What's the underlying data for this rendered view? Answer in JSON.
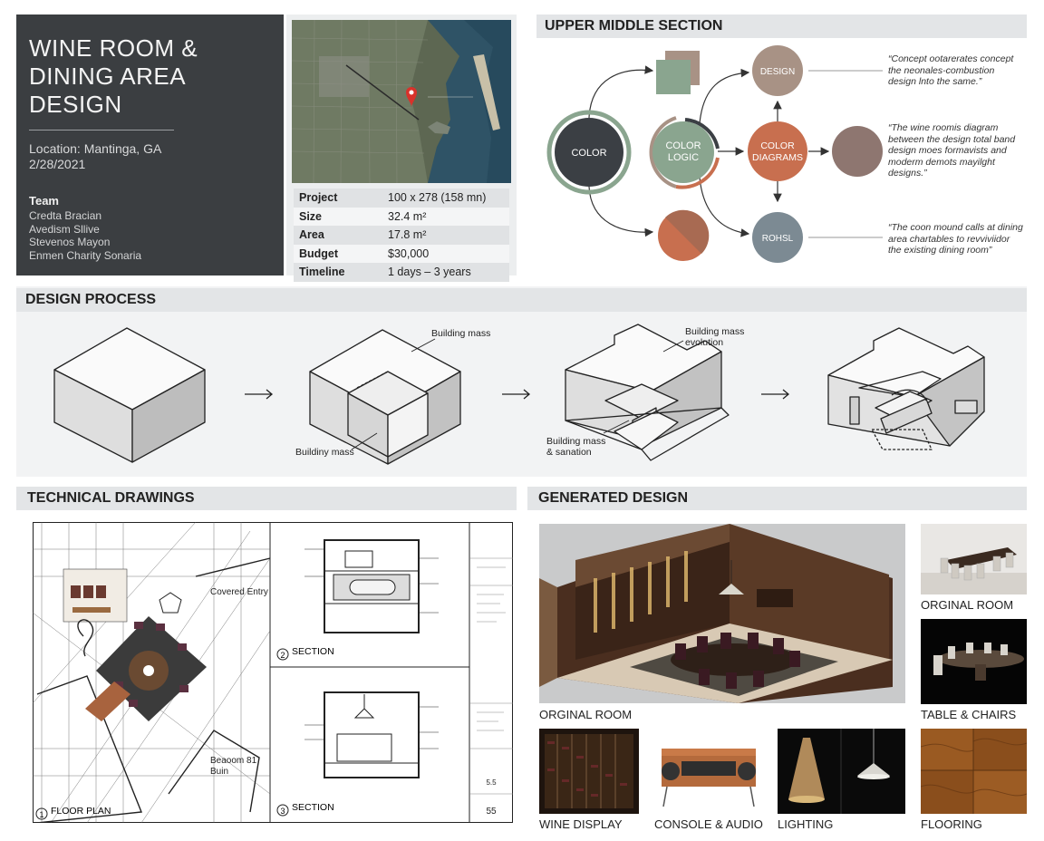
{
  "title_block": {
    "title_line1": "WINE ROOM &",
    "title_line2": "DINING AREA DESIGN",
    "location": "Location: Mantinga, GA",
    "date": "2/28/2021",
    "team_heading": "Team",
    "team_members": [
      "Credta Bracian",
      "Avedism Sllive",
      "Stevenos Mayon",
      "Enmen Charity Sonaria"
    ]
  },
  "project_table": [
    {
      "key": "Project",
      "value": "100 x 278 (158 mn)"
    },
    {
      "key": "Size",
      "value": "32.4 m²"
    },
    {
      "key": "Area",
      "value": "17.8 m²"
    },
    {
      "key": "Budget",
      "value": "$30,000"
    },
    {
      "key": "Timeline",
      "value": "1 days – 3 years"
    }
  ],
  "upper_middle": {
    "heading": "UPPER MIDDLE SECTION",
    "node_color": "COLOR",
    "node_logic_1": "COLOR",
    "node_logic_2": "LOGIC",
    "node_diagrams_1": "COLOR",
    "node_diagrams_2": "DIAGRAMS",
    "node_design": "DESIGN",
    "node_rohsl": "ROHSL",
    "quote1": "“Concept ootarerates concept the neonales-combustion design lnto the same.”",
    "quote2": "“The wine roomis diagram between the design total band design moes formavists and moderm demots mayilght designs.”",
    "quote3": "“The coon mound calls at dining area chartables to revviviidor the existing dining room”",
    "colors": {
      "dark": "#3b3f44",
      "sage": "#8aa58f",
      "terracotta": "#c86f4f",
      "taupe": "#a89285",
      "mauve": "#8e7670",
      "slate": "#7c8a93"
    }
  },
  "design_process": {
    "heading": "DESIGN PROCESS",
    "label_mass1": "Building mass",
    "label_mass2": "Buildiny mass",
    "label_evolution_1": "Building mass",
    "label_evolution_2": "evolution",
    "label_sanation_1": "Building mass",
    "label_sanation_2": "& sanation"
  },
  "technical_drawings": {
    "heading": "TECHNICAL DRAWINGS",
    "covered_entry": "Covered Entry",
    "bedroom_1": "Beaoom 81",
    "bedroom_2": "Buin",
    "floor_plan_num": "1",
    "floor_plan": "FLOOR PLAN",
    "section_a_num": "2",
    "section_a": "SECTION",
    "section_b_num": "3",
    "section_b": "SECTION",
    "sheet_number": "55",
    "sheet_sub": "5.5"
  },
  "generated_design": {
    "heading": "GENERATED DESIGN",
    "captions": {
      "main": "ORGINAL ROOM",
      "orig": "ORGINAL ROOM",
      "table": "TABLE & CHAIRS",
      "wine": "WINE DISPLAY",
      "console": "CONSOLE & AUDIO",
      "lighting": "LIGHTING",
      "flooring": "FLOORING"
    }
  }
}
